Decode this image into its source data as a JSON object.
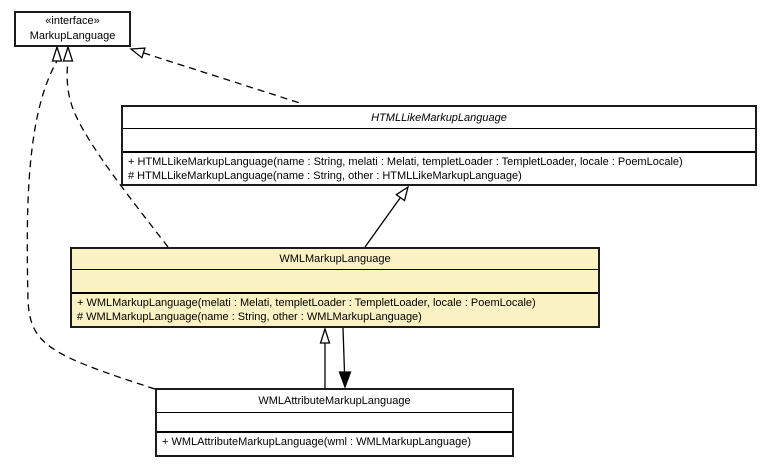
{
  "diagram": {
    "kind": "uml-class-diagram",
    "colors": {
      "background": "#ffffff",
      "box_fill": "#ffffff",
      "highlight_fill": "#faf2c4",
      "line": "#000000"
    },
    "classes": {
      "markup_language": {
        "stereotype": "«interface»",
        "name": "MarkupLanguage",
        "abstract": false,
        "methods": []
      },
      "html_like": {
        "name": "HTMLLikeMarkupLanguage",
        "abstract": true,
        "methods": [
          "+ HTMLLikeMarkupLanguage(name : String, melati : Melati, templetLoader : TempletLoader, locale : PoemLocale)",
          "# HTMLLikeMarkupLanguage(name : String, other : HTMLLikeMarkupLanguage)"
        ]
      },
      "wml": {
        "name": "WMLMarkupLanguage",
        "abstract": false,
        "highlighted": true,
        "methods": [
          "+ WMLMarkupLanguage(melati : Melati, templetLoader : TempletLoader, locale : PoemLocale)",
          "# WMLMarkupLanguage(name : String, other : WMLMarkupLanguage)"
        ]
      },
      "wml_attribute": {
        "name": "WMLAttributeMarkupLanguage",
        "abstract": false,
        "methods": [
          "+ WMLAttributeMarkupLanguage(wml : WMLMarkupLanguage)"
        ]
      }
    },
    "relationships": [
      {
        "from": "HTMLLikeMarkupLanguage",
        "to": "MarkupLanguage",
        "type": "realization (dashed, hollow head)"
      },
      {
        "from": "WMLMarkupLanguage",
        "to": "MarkupLanguage",
        "type": "realization (dashed, hollow head)"
      },
      {
        "from": "WMLAttributeMarkupLanguage",
        "to": "MarkupLanguage",
        "type": "realization (dashed, hollow head)"
      },
      {
        "from": "WMLMarkupLanguage",
        "to": "HTMLLikeMarkupLanguage",
        "type": "generalization (solid, hollow head)"
      },
      {
        "from": "WMLAttributeMarkupLanguage",
        "to": "WMLMarkupLanguage",
        "type": "generalization (solid, hollow head)"
      },
      {
        "from": "WMLMarkupLanguage",
        "to": "WMLAttributeMarkupLanguage",
        "type": "directed association (solid, filled head)"
      }
    ]
  }
}
